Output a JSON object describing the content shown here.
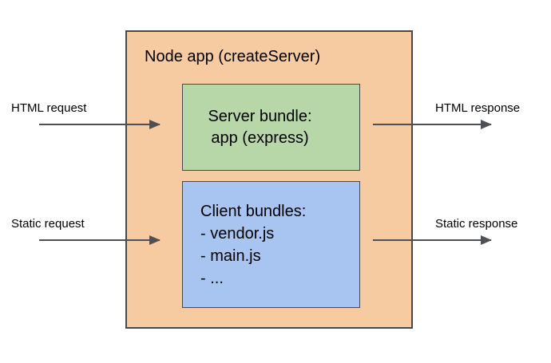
{
  "diagram": {
    "node_app": {
      "title": "Node app (createServer)"
    },
    "server_bundle": {
      "lines": [
        "Server bundle:",
        "app (express)"
      ]
    },
    "client_bundles": {
      "lines": [
        "Client bundles:",
        "- vendor.js",
        "- main.js",
        "- ..."
      ]
    },
    "flows": {
      "html_request": "HTML request",
      "html_response": "HTML response",
      "static_request": "Static request",
      "static_response": "Static response"
    },
    "colors": {
      "outer_box_fill": "#f6cba2",
      "server_box_fill": "#b7d7a9",
      "client_box_fill": "#a8c4f0",
      "border": "#45494d",
      "arrow": "#4d5156",
      "text": "#000000",
      "background": "#ffffff"
    }
  }
}
